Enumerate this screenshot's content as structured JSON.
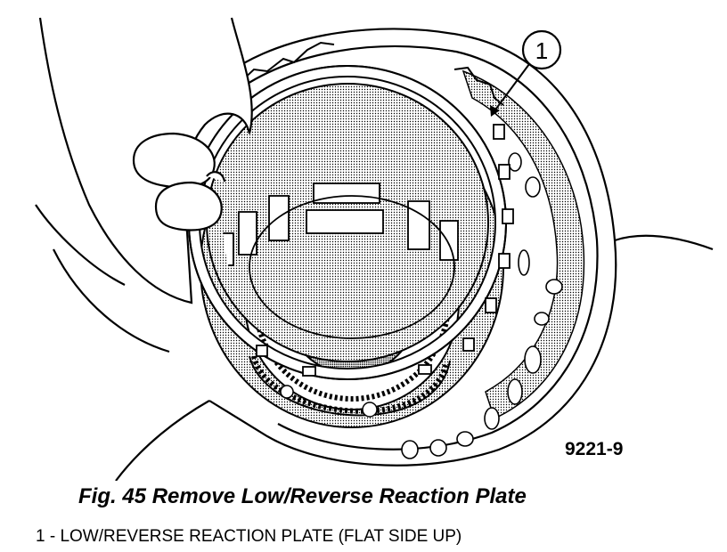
{
  "figure": {
    "caption": "Fig. 45 Remove Low/Reverse Reaction Plate",
    "legend": "1 - LOW/REVERSE REACTION PLATE (FLAT SIDE UP)",
    "reference_id": "9221-9",
    "callouts": [
      {
        "number": "1"
      }
    ]
  }
}
